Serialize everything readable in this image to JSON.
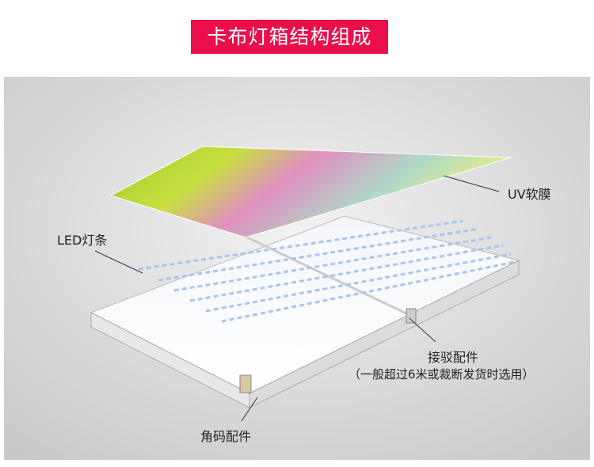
{
  "title": "卡布灯箱结构组成",
  "labels": {
    "uv_film": "UV软膜",
    "led_strip": "LED灯条",
    "joint": "接驳配件",
    "joint_note": "（一般超过6米或裁断发货时选用）",
    "corner": "角码配件"
  },
  "colors": {
    "title_bg": "#ea0f4b",
    "background": "#d6d6d6"
  }
}
